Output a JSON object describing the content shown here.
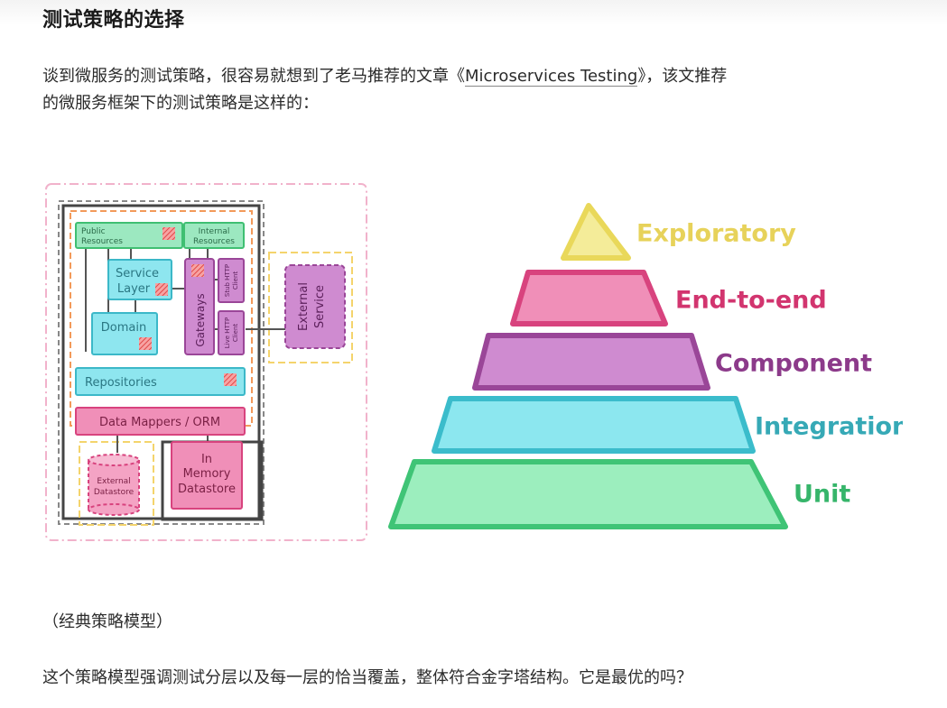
{
  "article": {
    "heading": "测试策略的选择",
    "para1_before": "谈到微服务的测试策略，很容易就想到了老马推荐的文章《",
    "para1_link": "Microservices Testing",
    "para1_after": "》，该文推荐",
    "para1_line2": "的微服务框架下的测试策略是这样的：",
    "caption": "（经典策略模型）",
    "para2": "这个策略模型强调测试分层以及每一层的恰当覆盖，整体符合金字塔结构。它是最优的吗？"
  },
  "architecture": {
    "public_resources": [
      "Public",
      "Resources"
    ],
    "internal_resources": [
      "Internal",
      "Resources"
    ],
    "service_layer": [
      "Service",
      "Layer"
    ],
    "domain": "Domain",
    "gateways": "Gateways",
    "stub_client": [
      "Stub HTTP",
      "Client"
    ],
    "live_client": [
      "Live HTTP",
      "Client"
    ],
    "external_service": [
      "External",
      "Service"
    ],
    "repositories": "Repositories",
    "data_mappers": "Data Mappers / ORM",
    "external_datastore": [
      "External",
      "Datastore"
    ],
    "in_memory_datastore": [
      "In",
      "Memory",
      "Datastore"
    ]
  },
  "pyramid": {
    "levels": [
      {
        "label": "Exploratory",
        "fill": "#f4ec99",
        "stroke": "#e9d85a",
        "text": "#e7d25a"
      },
      {
        "label": "End-to-end",
        "fill": "#f08fb8",
        "stroke": "#d8437e",
        "text": "#d2356f"
      },
      {
        "label": "Component",
        "fill": "#cf8bd0",
        "stroke": "#9a4698",
        "text": "#8c3a8a"
      },
      {
        "label": "Integration",
        "fill": "#8ce7ef",
        "stroke": "#3bbccb",
        "text": "#36a9b6"
      },
      {
        "label": "Unit",
        "fill": "#9ceebe",
        "stroke": "#3fc476",
        "text": "#36b56a"
      }
    ]
  }
}
